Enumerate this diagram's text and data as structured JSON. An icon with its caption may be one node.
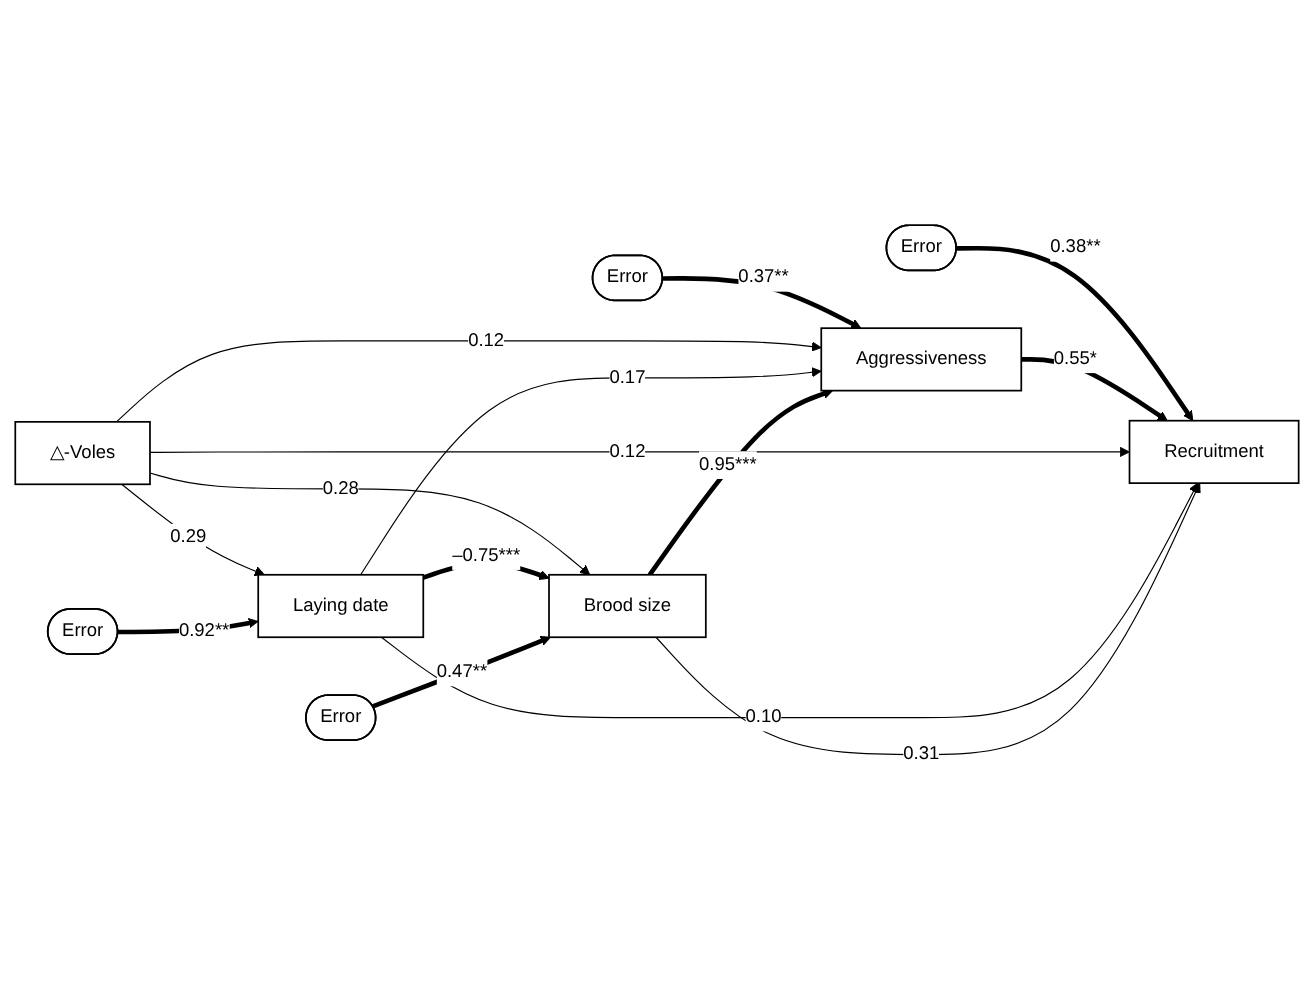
{
  "diagram": {
    "nodes": [
      {
        "text": [
          "Error"
        ]
      },
      {
        "text": [
          "Error"
        ]
      },
      {
        "text": [
          "△-Voles"
        ]
      },
      {
        "text": [
          "Aggressiveness"
        ]
      },
      {
        "text": [
          "Recruitment"
        ]
      },
      {
        "text": [
          "Laying date"
        ]
      },
      {
        "text": [
          "Brood size"
        ]
      },
      {
        "text": [
          "Error"
        ]
      },
      {
        "text": [
          "Error"
        ]
      }
    ],
    "edges": [
      {
        "from": 0,
        "to": 3,
        "arrow": "to",
        "label": "0.37**",
        "style": "thick"
      },
      {
        "from": 1,
        "to": 4,
        "arrow": "to",
        "label": "0.38**",
        "style": "thick"
      },
      {
        "from": 2,
        "to": 3,
        "arrow": "to",
        "label": "0.12"
      },
      {
        "from": 3,
        "to": 4,
        "arrow": "to",
        "label": "0.55*",
        "style": "thick"
      },
      {
        "from": 2,
        "to": 4,
        "arrow": "to",
        "label": "0.12"
      },
      {
        "from": 5,
        "to": 3,
        "arrow": "to",
        "label": "0.17"
      },
      {
        "from": 2,
        "to": 6,
        "arrow": "to",
        "label": "0.28"
      },
      {
        "from": 5,
        "to": 4,
        "arrow": "to",
        "label": "0.10"
      },
      {
        "from": 2,
        "to": 5,
        "arrow": "to",
        "label": "0.29"
      },
      {
        "from": 6,
        "to": 3,
        "arrow": "to",
        "label": "0.95***",
        "style": "thick"
      },
      {
        "from": 5,
        "to": 6,
        "arrow": "to",
        "label": "–0.75***",
        "style": "thick"
      },
      {
        "from": 6,
        "to": 4,
        "arrow": "to",
        "label": "0.31"
      },
      {
        "from": 7,
        "to": 5,
        "arrow": "to",
        "label": "0.92**",
        "style": "thick"
      },
      {
        "from": 8,
        "to": 6,
        "arrow": "to",
        "label": "0.47**",
        "style": "thick"
      }
    ]
  }
}
